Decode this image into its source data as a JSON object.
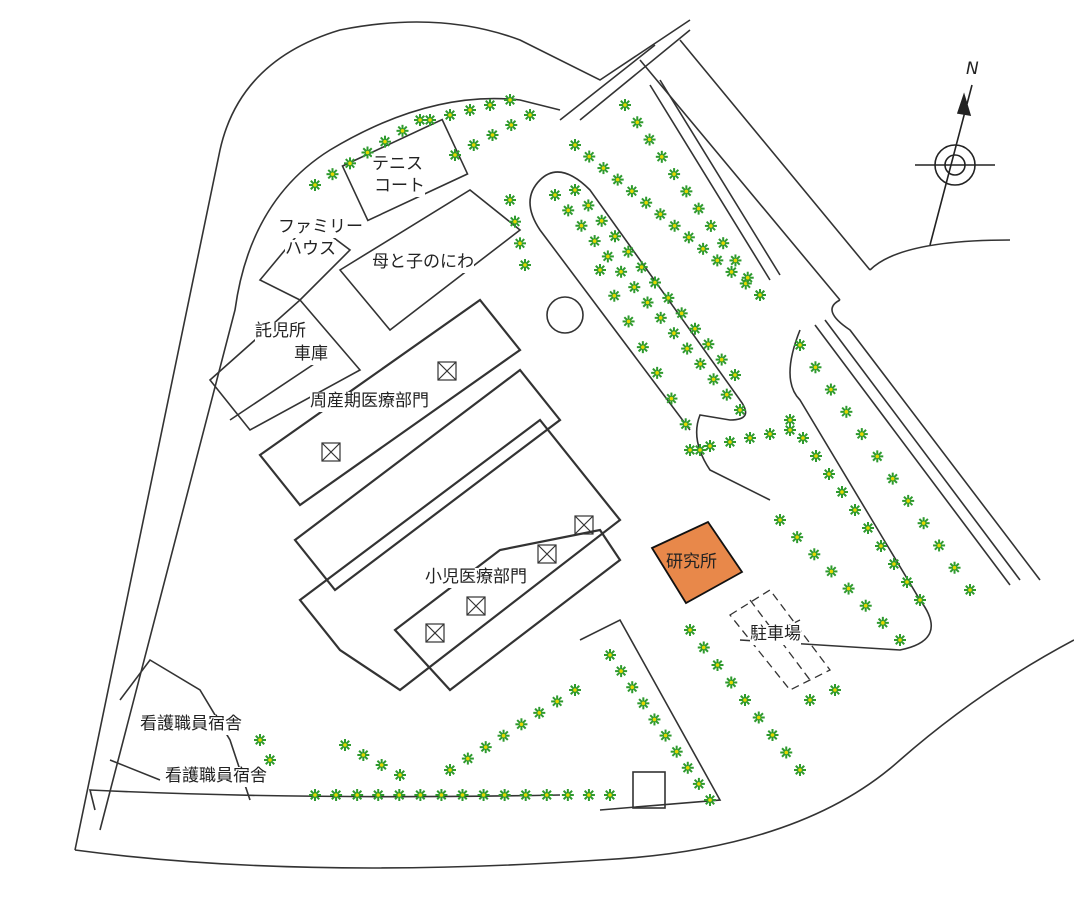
{
  "compass": {
    "north_label": "N"
  },
  "labels": {
    "tennis_court_1": "テニス",
    "tennis_court_2": "コート",
    "family_house_1": "ファミリー",
    "family_house_2": "ハウス",
    "mother_child_garden": "母と子のにわ",
    "nursery": "託児所",
    "garage": "車庫",
    "perinatal_dept": "周産期医療部門",
    "pediatric_dept": "小児医療部門",
    "research_institute": "研究所",
    "parking": "駐車場",
    "nurse_dorm_1": "看護職員宿舎",
    "nurse_dorm_2": "看護職員宿舎"
  },
  "colors": {
    "highlight": "#e8884a",
    "tree": "#2e9a2e",
    "tree_center": "#e8d800",
    "line": "#333333"
  }
}
